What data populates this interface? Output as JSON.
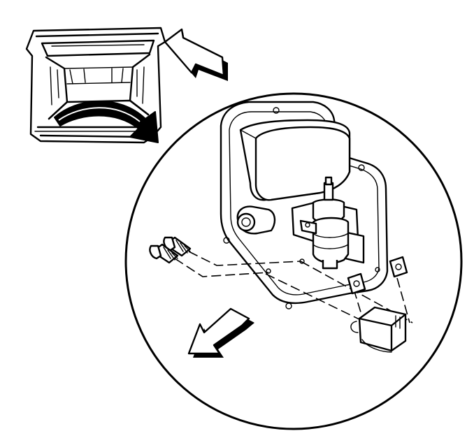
{
  "diagram": {
    "views": [
      {
        "id": "overview",
        "subject": "van-rear-cargo-area"
      },
      {
        "id": "detail",
        "subject": "rear-lamp-housing-and-solenoid-assembly"
      }
    ],
    "arrows": [
      {
        "id": "view-direction-arrow",
        "direction": "left"
      },
      {
        "id": "detail-callout-arrow",
        "direction": "down-right"
      },
      {
        "id": "removal-direction-arrow",
        "direction": "down-left"
      }
    ],
    "parts": [
      "mounting-bolt-upper",
      "mounting-bolt-lower",
      "lamp-housing",
      "solenoid-actuator",
      "retainer-clip-left",
      "retainer-clip-right",
      "connector-bracket",
      "housing-mounting-plate"
    ],
    "line_color": "#000000",
    "background_color": "#ffffff"
  }
}
